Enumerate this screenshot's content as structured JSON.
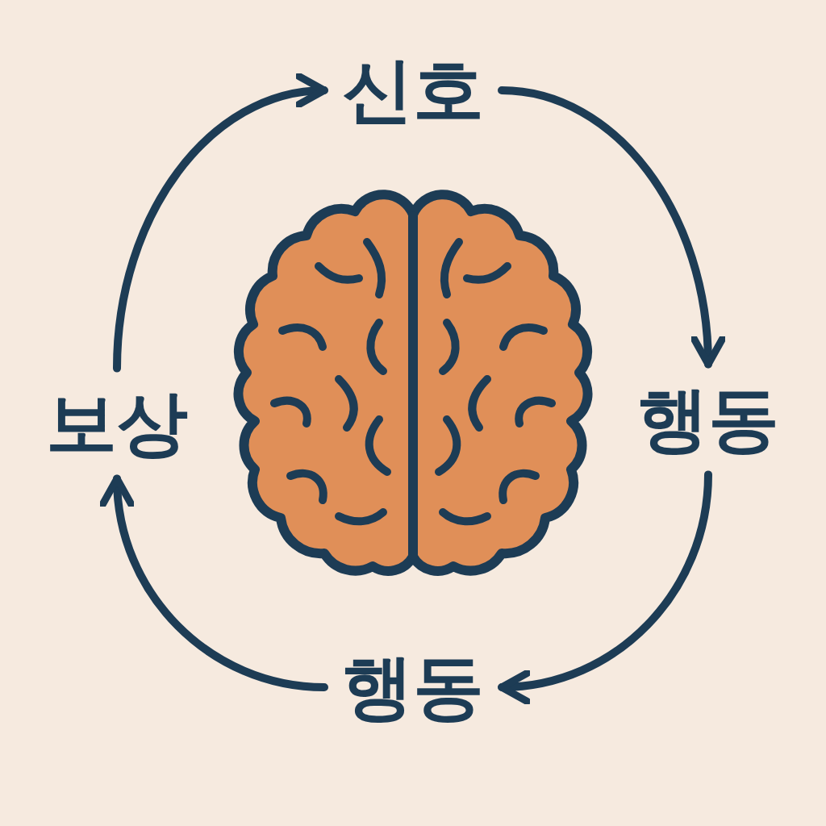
{
  "diagram": {
    "nodes": [
      {
        "text": [
          "신호"
        ]
      },
      {
        "text": [
          "행동"
        ]
      },
      {
        "text": [
          "행동"
        ]
      },
      {
        "text": [
          "보상"
        ]
      }
    ],
    "edges": [
      {
        "from": 0,
        "to": 1,
        "arrow": "to"
      },
      {
        "from": 1,
        "to": 2,
        "arrow": "to"
      },
      {
        "from": 2,
        "to": 3,
        "arrow": "to"
      },
      {
        "from": 3,
        "to": 0,
        "arrow": "to"
      }
    ]
  }
}
